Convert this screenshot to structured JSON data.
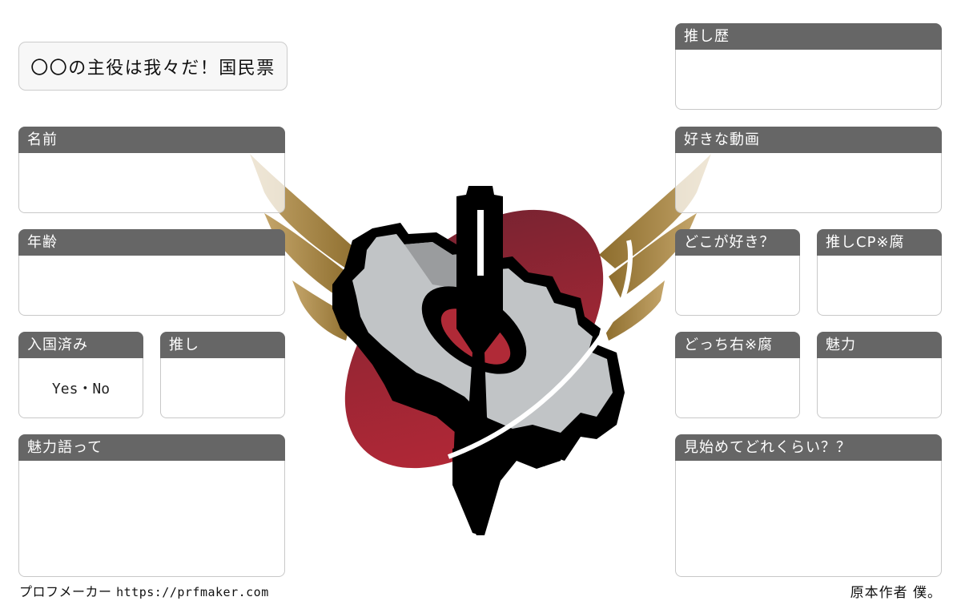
{
  "title": "〇〇の主役は我々だ！国民票",
  "colors": {
    "header_bg": "#666666",
    "header_text": "#ffffff",
    "title_bg": "#f7f7f7",
    "border": "#c8c8c8",
    "logo_red": "#b02a37",
    "logo_gold": "#a88a4a",
    "logo_gray": "#c1c4c6"
  },
  "left_fields": {
    "name": {
      "label": "名前",
      "value": ""
    },
    "age": {
      "label": "年齢",
      "value": ""
    },
    "immigrated": {
      "label": "入国済み",
      "value": "Yes・No"
    },
    "oshi": {
      "label": "推し",
      "value": ""
    },
    "charm_talk": {
      "label": "魅力語って",
      "value": ""
    }
  },
  "right_fields": {
    "oshi_history": {
      "label": "推し歴",
      "value": ""
    },
    "favorite_video": {
      "label": "好きな動画",
      "value": ""
    },
    "what_you_like": {
      "label": "どこが好き？",
      "value": ""
    },
    "oshi_cp": {
      "label": "推しCP※腐",
      "value": ""
    },
    "which_right": {
      "label": "どっち右※腐",
      "value": ""
    },
    "charm": {
      "label": "魅力",
      "value": ""
    },
    "how_long": {
      "label": "見始めてどれくらい？？",
      "value": ""
    }
  },
  "logo": {
    "icon": "gear-pen-winged-emblem-icon"
  },
  "footer": {
    "maker_label": "プロフメーカー",
    "maker_url": "https://prfmaker.com",
    "author": "原本作者 僕。"
  }
}
